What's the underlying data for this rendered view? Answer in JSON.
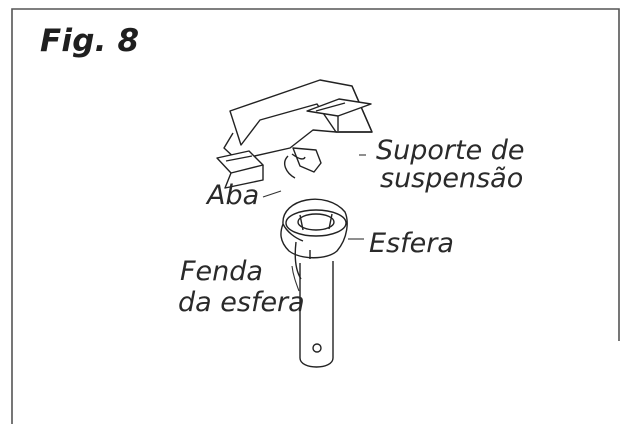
{
  "figure": {
    "title": "Fig. 8"
  },
  "labels": {
    "support_line1": "Suporte de",
    "support_line2": "suspensão",
    "flap": "Aba",
    "ball": "Esfera",
    "ball_slot_line1": "Fenda",
    "ball_slot_line2": "da esfera"
  }
}
